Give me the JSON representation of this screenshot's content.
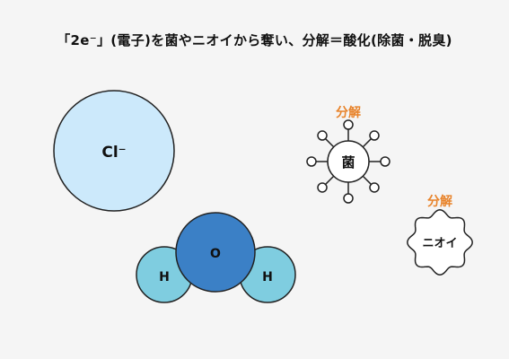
{
  "title": "「2e⁻」(電子)を菌やニオイから奪い、分解＝酸化(除菌・脱臭)",
  "chloride": {
    "label": "Cl⁻"
  },
  "water": {
    "oxygen": "O",
    "hydrogen_left": "H",
    "hydrogen_right": "H"
  },
  "germ": {
    "label": "菌",
    "action": "分解"
  },
  "odor": {
    "label": "ニオイ",
    "action": "分解"
  },
  "colors": {
    "chloride_fill": "#cce9fb",
    "oxygen_fill": "#3b80c6",
    "hydrogen_fill": "#7fcde0",
    "action_text": "#e8832a",
    "outline": "#222222"
  }
}
